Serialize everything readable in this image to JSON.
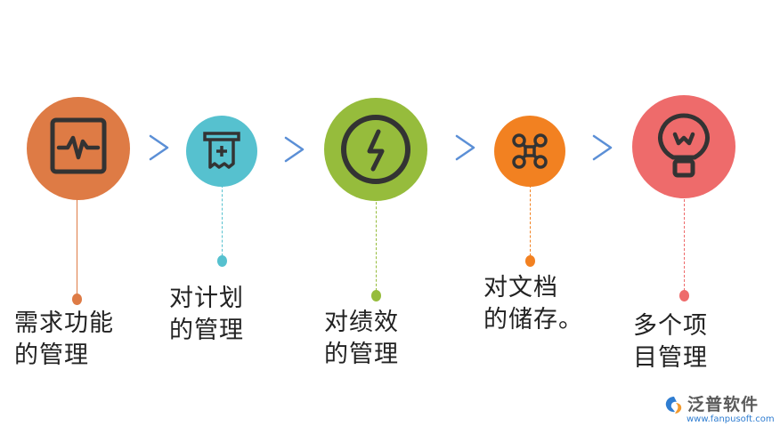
{
  "steps": [
    {
      "line1": "需求功能",
      "line2": "的管理",
      "color": "#DE7B45",
      "icon": "pulse-monitor-icon"
    },
    {
      "line1": "对计划",
      "line2": "的管理",
      "color": "#56C1CF",
      "icon": "receipt-plus-icon"
    },
    {
      "line1": "对绩效",
      "line2": "的管理",
      "color": "#96BC3C",
      "icon": "lightning-icon"
    },
    {
      "line1": "对文档",
      "line2": "的储存。",
      "color": "#F28121",
      "icon": "drone-icon"
    },
    {
      "line1": "多个项",
      "line2": "目管理",
      "color": "#EE6B6B",
      "icon": "lightbulb-icon"
    }
  ],
  "arrow_color": "#5B8FD6",
  "logo": {
    "name": "泛普软件",
    "url": "www.fanpusoft.com"
  }
}
